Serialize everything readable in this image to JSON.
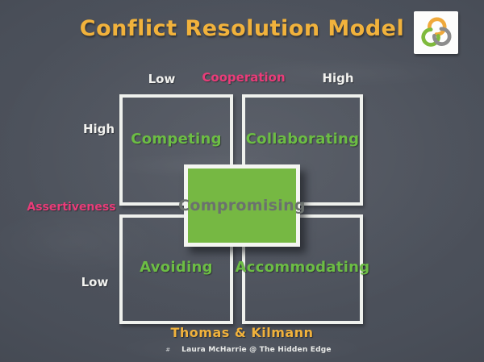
{
  "slide": {
    "title": "Conflict Resolution Model",
    "attribution": "Thomas & Kilmann",
    "footer": {
      "marker": "#",
      "text": "Laura McHarrie @ The Hidden Edge"
    }
  },
  "axes": {
    "horizontal": {
      "label": "Cooperation",
      "left_scale": "Low",
      "right_scale": "High"
    },
    "vertical": {
      "label": "Assertiveness",
      "top_scale": "High",
      "bottom_scale": "Low"
    }
  },
  "quadrants": [
    {
      "label": "Competing"
    },
    {
      "label": "Collaborating"
    },
    {
      "label": "Avoiding"
    },
    {
      "label": "Accommodating"
    }
  ],
  "center_box": {
    "label": "Compromising"
  },
  "logo": {
    "name": "hidden-edge-rings-logo",
    "ring_colors": [
      "#F0A93B",
      "#7FBA3C",
      "#8C8C8C"
    ]
  },
  "colors": {
    "background": "#4A4F59",
    "title": "#F1B23C",
    "axis_label": "#E93C79",
    "scale_text": "#F2F2EF",
    "quadrant_text": "#6CBD44",
    "grid_border": "#EFF1ED",
    "center_fill": "#76B843",
    "center_text": "#6B716E"
  }
}
